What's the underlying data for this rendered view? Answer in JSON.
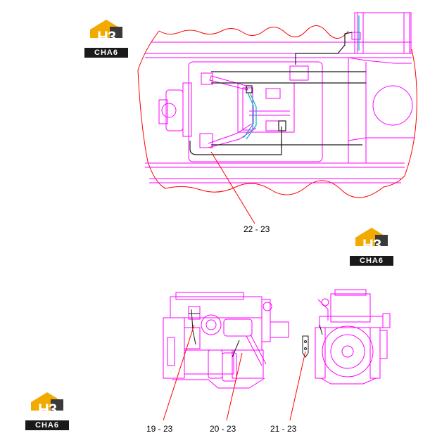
{
  "brand": {
    "logo_main": "H3",
    "logo_sub": "CHA6",
    "colors": {
      "gold": "#f2a900",
      "dark": "#2b2b2b",
      "outline": "#ff00ff",
      "leader": "#ff0000"
    }
  },
  "callouts": {
    "top": "22 - 23",
    "bottom_left": "19 - 23",
    "bottom_center": "20 - 23",
    "bottom_right": "21 - 23"
  }
}
